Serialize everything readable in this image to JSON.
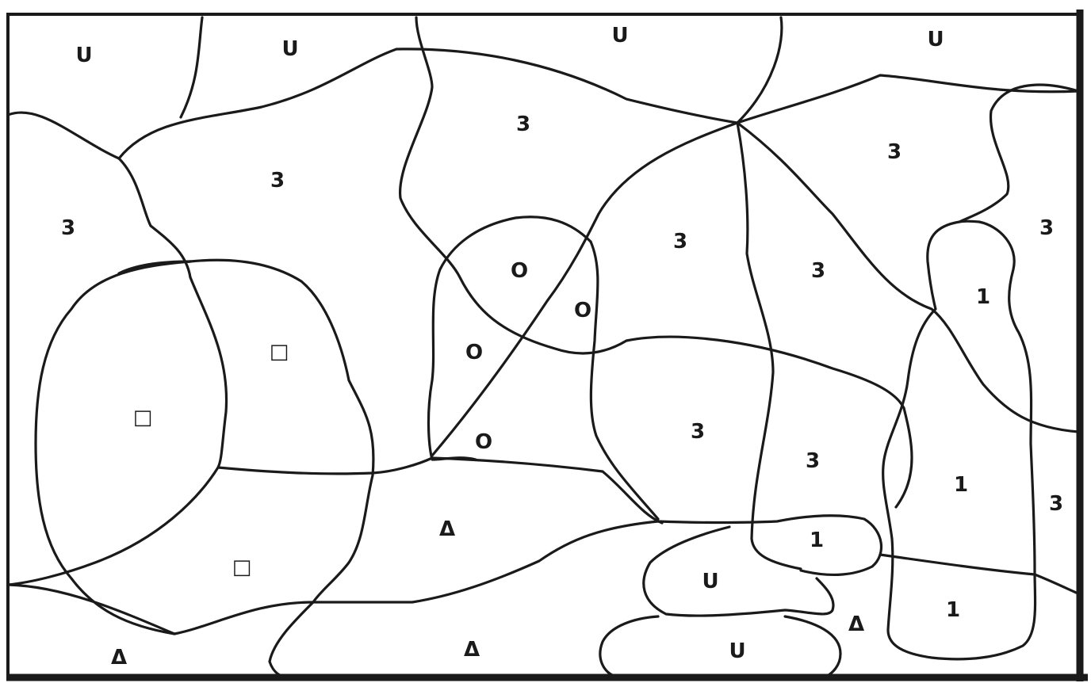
{
  "regions": [
    {
      "id": "r01",
      "symbol": "U"
    },
    {
      "id": "r02",
      "symbol": "U"
    },
    {
      "id": "r03",
      "symbol": "U"
    },
    {
      "id": "r04",
      "symbol": "U"
    },
    {
      "id": "r05",
      "symbol": "3"
    },
    {
      "id": "r06",
      "symbol": "3"
    },
    {
      "id": "r07",
      "symbol": "3"
    },
    {
      "id": "r08",
      "symbol": "3"
    },
    {
      "id": "r09",
      "symbol": "3"
    },
    {
      "id": "r10",
      "symbol": "3"
    },
    {
      "id": "r11",
      "symbol": "3"
    },
    {
      "id": "r12",
      "symbol": "3"
    },
    {
      "id": "r13",
      "symbol": "3"
    },
    {
      "id": "r14",
      "symbol": "3"
    },
    {
      "id": "r15",
      "symbol": "O"
    },
    {
      "id": "r16",
      "symbol": "O"
    },
    {
      "id": "r17",
      "symbol": "O"
    },
    {
      "id": "r18",
      "symbol": "O"
    },
    {
      "id": "r19",
      "symbol": "□"
    },
    {
      "id": "r20",
      "symbol": "□"
    },
    {
      "id": "r21",
      "symbol": "□"
    },
    {
      "id": "r22",
      "symbol": "1"
    },
    {
      "id": "r23",
      "symbol": "1"
    },
    {
      "id": "r24",
      "symbol": "1"
    },
    {
      "id": "r25",
      "symbol": "1"
    },
    {
      "id": "r26",
      "symbol": "Δ"
    },
    {
      "id": "r27",
      "symbol": "Δ"
    },
    {
      "id": "r28",
      "symbol": "Δ"
    },
    {
      "id": "r29",
      "symbol": "Δ"
    },
    {
      "id": "r30",
      "symbol": "U"
    },
    {
      "id": "r31",
      "symbol": "U"
    }
  ]
}
